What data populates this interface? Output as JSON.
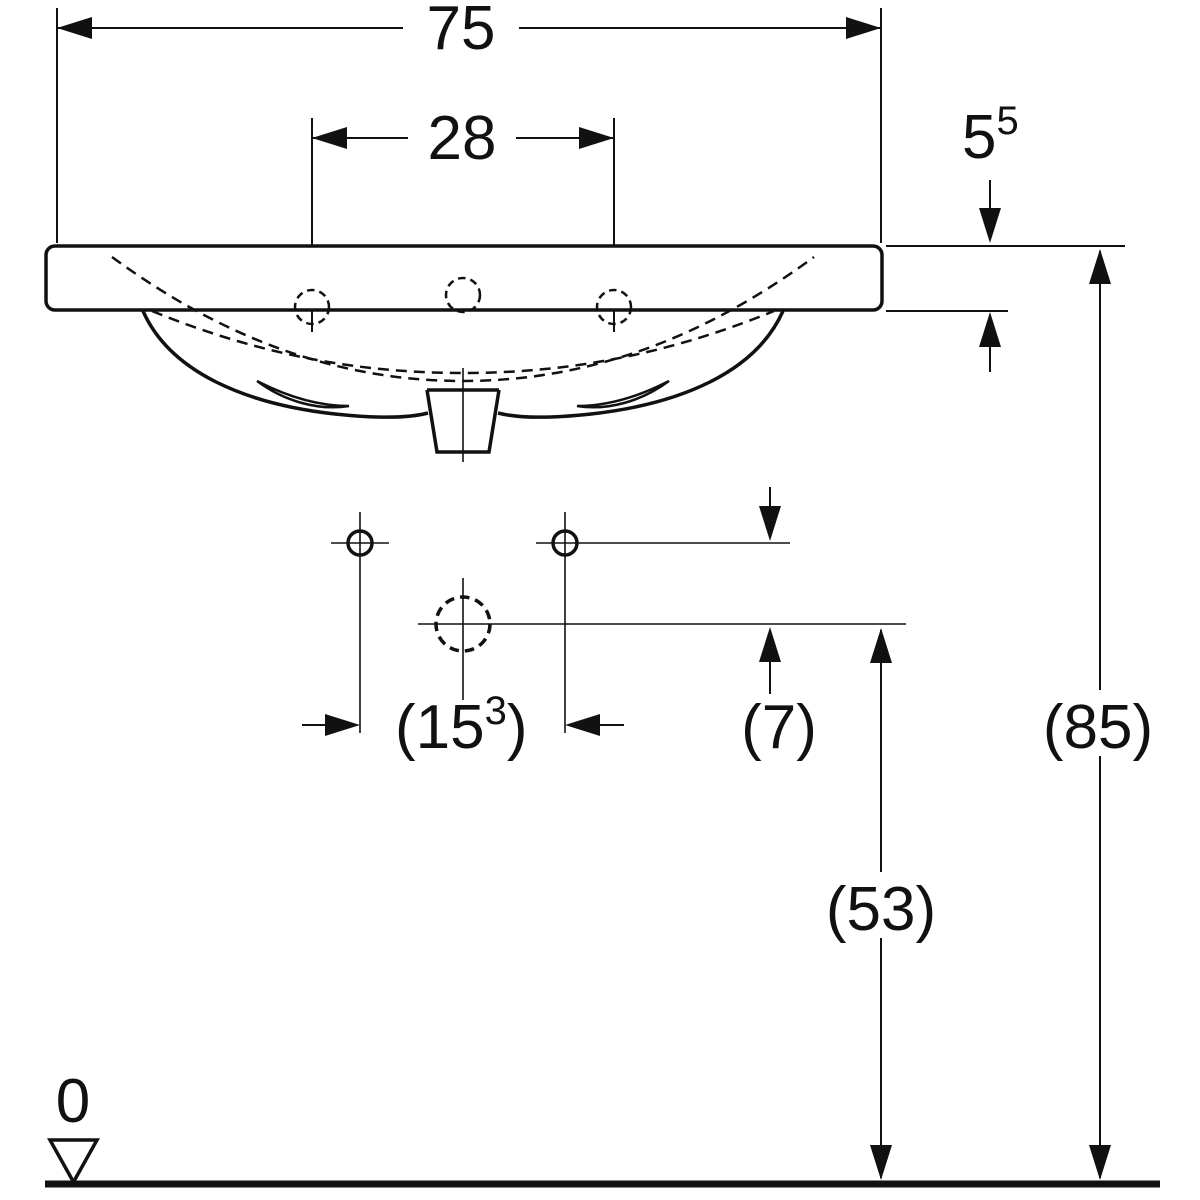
{
  "page": {
    "background": "#ffffff",
    "ink": "#111111"
  },
  "drawing": {
    "dimensions": {
      "overall_width": "75",
      "tap_hole_spacing": "28",
      "rim_main": "5",
      "rim_sup": "5",
      "fixing_open": "(15",
      "fixing_sup": "3",
      "fixing_close": ")",
      "offset_depth": "(7)",
      "outlet_height": "(53)",
      "overall_height": "(85)",
      "floor_datum": "0"
    }
  }
}
